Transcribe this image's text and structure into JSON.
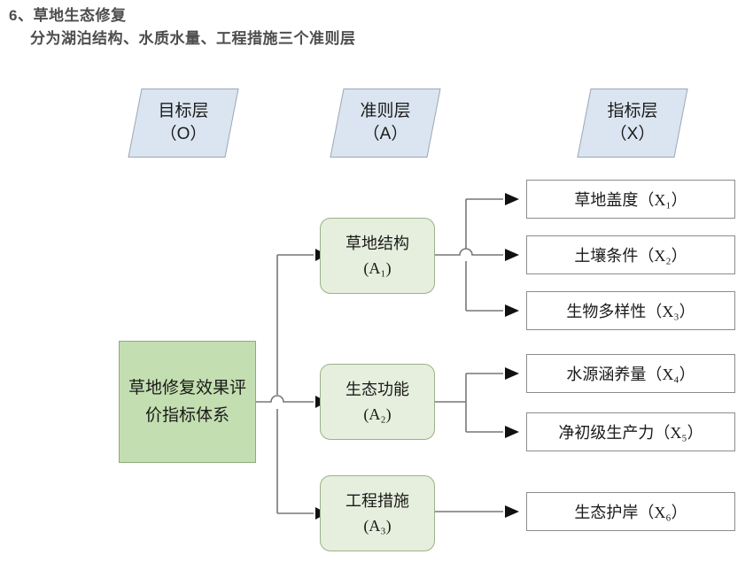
{
  "heading": {
    "line1": "6、草地生态修复",
    "line2": "分为湖泊结构、水质水量、工程措施三个准则层"
  },
  "layer_headers": [
    {
      "name": "goal-layer-header",
      "title": "目标层",
      "code": "（O）"
    },
    {
      "name": "criteria-layer-header",
      "title": "准则层",
      "code": "（A）"
    },
    {
      "name": "indicator-layer-header",
      "title": "指标层",
      "code": "（X）"
    }
  ],
  "goal": {
    "label": "草地修复效果评价指标体系"
  },
  "criteria": [
    {
      "id": "A1",
      "label": "草地结构",
      "code": "(A₁)"
    },
    {
      "id": "A2",
      "label": "生态功能",
      "code": "(A₂)"
    },
    {
      "id": "A3",
      "label": "工程措施",
      "code": "(A₃)"
    }
  ],
  "indicators": [
    {
      "id": "X1",
      "parent": "A1",
      "label": "草地盖度（X₁）"
    },
    {
      "id": "X2",
      "parent": "A1",
      "label": "土壤条件（X₂）"
    },
    {
      "id": "X3",
      "parent": "A1",
      "label": "生物多样性（X₃）"
    },
    {
      "id": "X4",
      "parent": "A2",
      "label": "水源涵养量（X₄）"
    },
    {
      "id": "X5",
      "parent": "A2",
      "label": "净初级生产力（X₅）"
    },
    {
      "id": "X6",
      "parent": "A3",
      "label": "生态护岸（X₆）"
    }
  ],
  "colors": {
    "heading_text": "#4d4d4d",
    "layer_header_fill": "#dbe5f1",
    "layer_header_stroke": "#9aa7b5",
    "goal_fill": "#c3deb0",
    "goal_stroke": "#8faa7c",
    "criteria_fill": "#e6eedd",
    "criteria_stroke": "#9bb288",
    "indicator_fill": "#ffffff",
    "indicator_stroke": "#8c8c8c",
    "connector_stroke": "#777777",
    "arrow_fill": "#111111",
    "page_background": "#ffffff"
  }
}
